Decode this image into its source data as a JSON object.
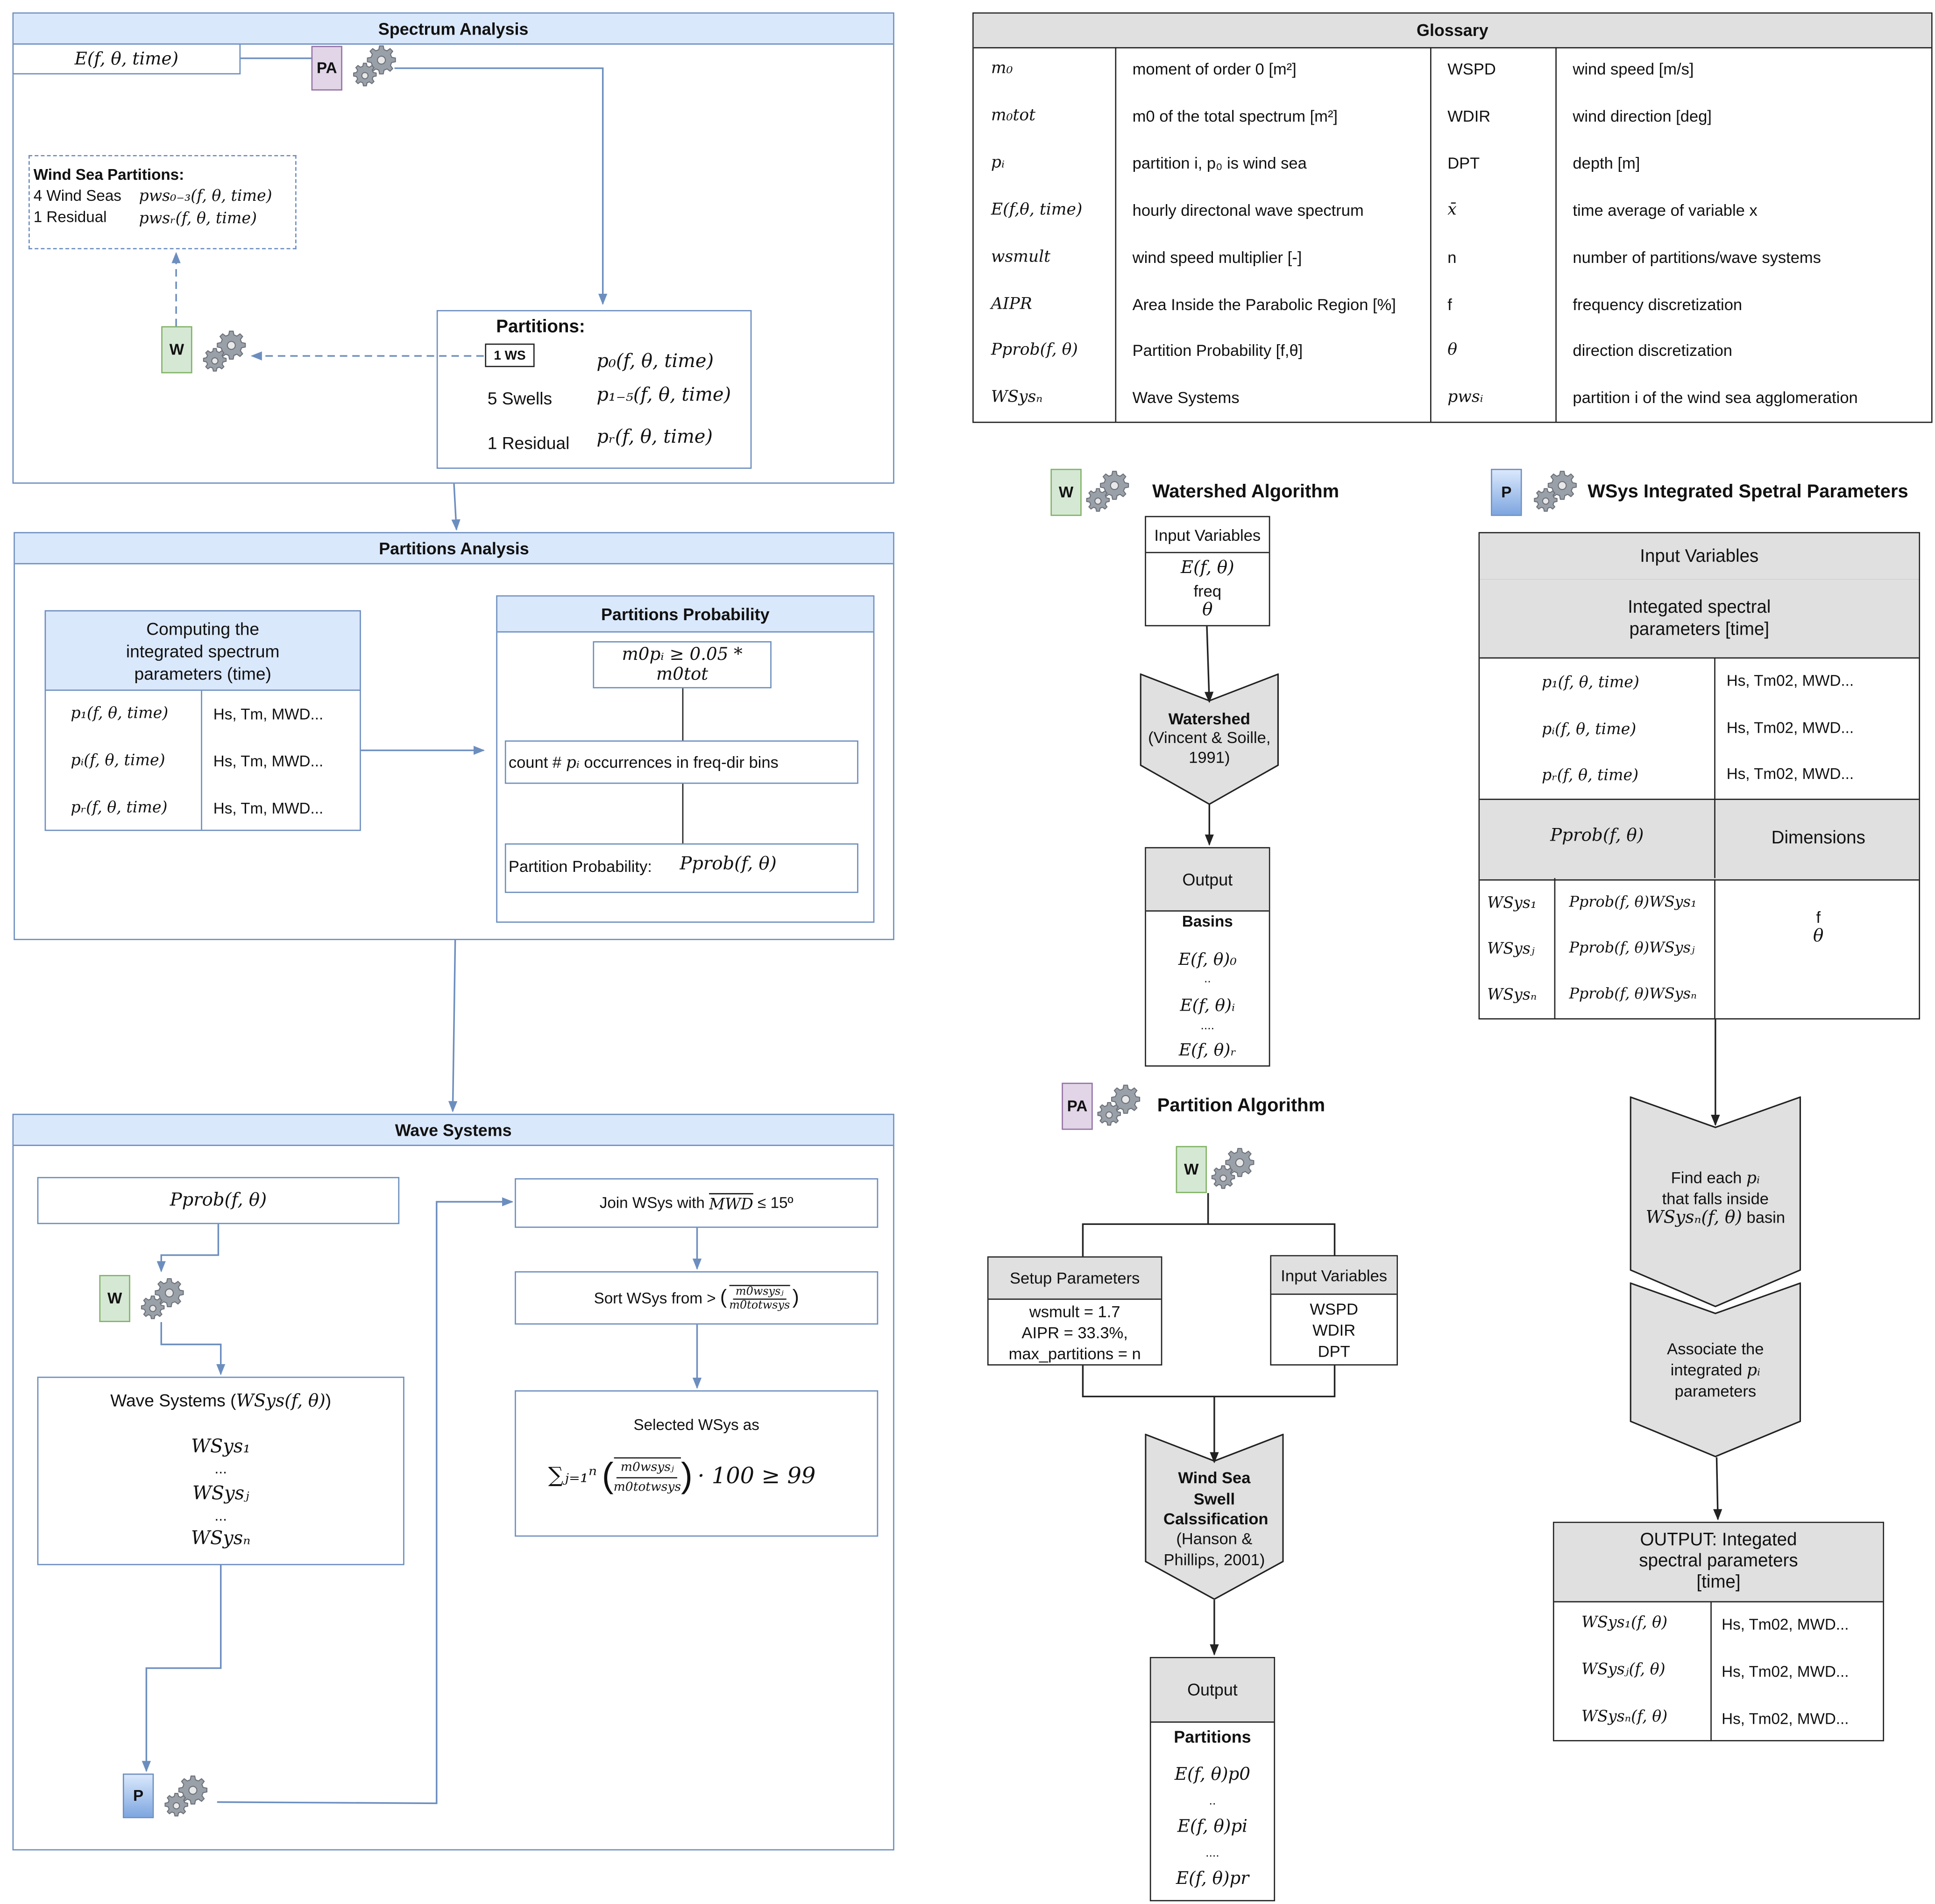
{
  "colors": {
    "blue_border": "#6c8ebf",
    "blue_fill": "#dae8fc",
    "green_fill": "#d5e8d4",
    "green_border": "#82b366",
    "purple_fill": "#e1d5e7",
    "purple_border": "#9673a6",
    "gray_fill": "#e0e0e0"
  },
  "icons": [
    "gear-icon",
    "arrow-icon"
  ],
  "tags": {
    "w": "W",
    "pa": "PA",
    "p": "P"
  },
  "spectrum": {
    "title": "Spectrum Analysis",
    "input": "E(f, θ, time)",
    "wind_sea_title": "Wind Sea Partitions:",
    "ws_rows": [
      {
        "label": "4 Wind Seas",
        "formula": "pws₀₋₃(f, θ, time)"
      },
      {
        "label": "1 Residual",
        "formula": "pwsᵣ(f, θ, time)"
      }
    ],
    "partitions_title": "Partitions:",
    "ws_badge": "1 WS",
    "p_rows": [
      {
        "label": "",
        "formula": "p₀(f, θ, time)"
      },
      {
        "label": "5 Swells",
        "formula": "p₁₋₅(f, θ, time)"
      },
      {
        "label": "1 Residual",
        "formula": "pᵣ(f, θ, time)"
      }
    ]
  },
  "partitions_analysis": {
    "title": "Partitions Analysis",
    "computing_title": "Computing the integrated spectrum parameters (time)",
    "rows": [
      {
        "formula": "p₁(f, θ, time)",
        "value": "Hs, Tm, MWD..."
      },
      {
        "formula": "pᵢ(f, θ, time)",
        "value": "Hs, Tm, MWD..."
      },
      {
        "formula": "pᵣ(f, θ, time)",
        "value": "Hs, Tm, MWD..."
      }
    ],
    "prob_title": "Partitions Probability",
    "condition": "m0pᵢ ≥ 0.05 * m0tot",
    "count_text_pre": "count #",
    "count_var": "pᵢ",
    "count_text_post": "occurrences in freq-dir bins",
    "prob_label": "Partition Probability:",
    "prob_formula": "Pprob(f, θ)"
  },
  "wave_systems": {
    "title": "Wave Systems",
    "pprob": "Pprob(f, θ)",
    "ws_title_pre": "Wave Systems (",
    "ws_title_formula": "WSys(f, θ)",
    "ws_title_post": ")",
    "ws_items": [
      "WSys₁",
      "...",
      "WSysⱼ",
      "...",
      "WSysₙ"
    ],
    "join_pre": "Join WSys with",
    "join_var": "MWD",
    "join_post": "≤ 15º",
    "sort_pre": "Sort WSys from >",
    "sort_num": "m0wsysⱼ",
    "sort_den": "m0totwsys",
    "selected_title": "Selected WSys as",
    "selected_sum": "∑ⱼ₌₁ⁿ",
    "selected_num": "m0wsysⱼ",
    "selected_den": "m0totwsys",
    "selected_tail": "· 100 ≥ 99"
  },
  "glossary": {
    "title": "Glossary",
    "rows": [
      [
        "m₀",
        "moment of order 0 [m²]",
        "WSPD",
        "wind speed [m/s]"
      ],
      [
        "m₀tot",
        "m0 of the total spectrum [m²]",
        "WDIR",
        "wind direction [deg]"
      ],
      [
        "pᵢ",
        "partition i, p₀ is wind sea",
        "DPT",
        "depth [m]"
      ],
      [
        "E(f,θ, time)",
        "hourly directonal wave spectrum",
        "x̄",
        "time average of variable x"
      ],
      [
        "wsmult",
        "wind speed multiplier [-]",
        "n",
        "number of partitions/wave systems"
      ],
      [
        "AIPR",
        "Area Inside the Parabolic Region [%]",
        "f",
        "frequency discretization"
      ],
      [
        "Pprob(f, θ)",
        "Partition Probability [f,θ]",
        "θ",
        "direction discretization"
      ],
      [
        "WSysₙ",
        "Wave Systems",
        "pwsᵢ",
        "partition i of the wind sea agglomeration"
      ]
    ]
  },
  "watershed": {
    "title": "Watershed Algorithm",
    "input_header": "Input Variables",
    "inputs": [
      "E(f, θ)",
      "freq",
      "θ"
    ],
    "process_title": "Watershed",
    "process_ref": "(Vincent & Soille, 1991)",
    "output_header": "Output",
    "output_title": "Basins",
    "outputs": [
      "E(f, θ)₀",
      "..",
      "E(f, θ)ᵢ",
      "....",
      "E(f, θ)ᵣ"
    ]
  },
  "partition_alg": {
    "title": "Partition Algorithm",
    "setup_header": "Setup Parameters",
    "setup": [
      "wsmult = 1.7",
      "AIPR = 33.3%,",
      "max_partitions = n"
    ],
    "input_header": "Input Variables",
    "inputs": [
      "WSPD",
      "WDIR",
      "DPT"
    ],
    "process_title": "Wind Sea Swell Calssification",
    "process_ref": "(Hanson & Phillips, 2001)",
    "output_header": "Output",
    "output_title": "Partitions",
    "outputs": [
      "E(f, θ)p0",
      "..",
      "E(f, θ)pi",
      "....",
      "E(f, θ)pr"
    ]
  },
  "wsys_params": {
    "title": "WSys Integrated Spetral Parameters",
    "input_header": "Input Variables",
    "integ_header": "Integated spectral parameters [time]",
    "rows": [
      {
        "formula": "p₁(f, θ, time)",
        "value": "Hs, Tm02, MWD..."
      },
      {
        "formula": "pᵢ(f, θ, time)",
        "value": "Hs, Tm02, MWD..."
      },
      {
        "formula": "pᵣ(f, θ, time)",
        "value": "Hs, Tm02, MWD..."
      }
    ],
    "pprob_header": "Pprob(f, θ)",
    "dims_header": "Dimensions",
    "wsys_rows": [
      {
        "name": "WSys₁",
        "value": "Pprob(f, θ)WSys₁"
      },
      {
        "name": "WSysⱼ",
        "value": "Pprob(f, θ)WSysⱼ"
      },
      {
        "name": "WSysₙ",
        "value": "Pprob(f, θ)WSysₙ"
      }
    ],
    "dims": [
      "f",
      "θ"
    ],
    "find_pre": "Find each",
    "find_var": "pᵢ",
    "find_mid": "that falls inside",
    "find_formula": "WSysₙ(f, θ)",
    "find_post": "basin",
    "assoc_pre": "Associate the integrated",
    "assoc_var": "pᵢ",
    "assoc_post": "parameters",
    "out_header": "OUTPUT: Integated spectral parameters [time]",
    "out_rows": [
      {
        "formula": "WSys₁(f, θ)",
        "value": "Hs, Tm02, MWD..."
      },
      {
        "formula": "WSysⱼ(f, θ)",
        "value": "Hs, Tm02, MWD..."
      },
      {
        "formula": "WSysₙ(f, θ)",
        "value": "Hs, Tm02, MWD..."
      }
    ]
  }
}
